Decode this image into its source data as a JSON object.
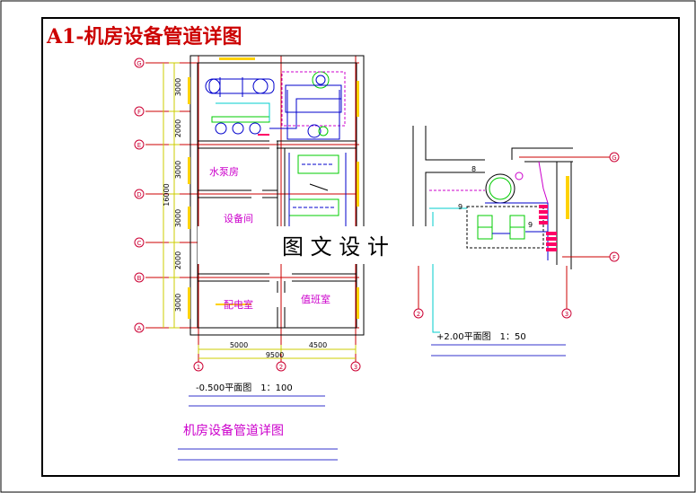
{
  "sheet": {
    "title": "A1-机房设备管道详图",
    "watermark": "图 文 设 计"
  },
  "plan_left": {
    "rooms": {
      "pump_room": "水泵房",
      "equipment_room": "设备间",
      "power_room": "配电室",
      "duty_room": "值班室"
    },
    "row_axes": [
      "G",
      "F",
      "E",
      "D",
      "C",
      "B",
      "A"
    ],
    "col_axes": [
      "1",
      "2",
      "3"
    ],
    "vertical_dims": [
      "3000",
      "2000",
      "3000",
      "3000",
      "2000",
      "3000"
    ],
    "total_dim": "16000",
    "bottom_dims": [
      "5000",
      "4500"
    ],
    "bottom_total": "9500",
    "caption": "-0.500平面图　1：100",
    "main_caption": "机房设备管道详图"
  },
  "plan_right": {
    "row_axes": [
      "G",
      "F"
    ],
    "col_axes": [
      "2",
      "3"
    ],
    "equipment_numbers": [
      "8",
      "9",
      "9"
    ],
    "caption": "+2.00平面图　1：50"
  },
  "colors": {
    "border": "#000000",
    "title": "#cc0000",
    "axis_line": "#cc0000",
    "axis_label": "#cc0033",
    "dimension": "#cccc00",
    "wall": "#000000",
    "room_text": "#cc00cc",
    "pipe_blue": "#0000cc",
    "pipe_cyan": "#00cccc",
    "equipment_green": "#00cc00",
    "pipe_magenta": "#cc00cc",
    "caption_line": "#3333cc",
    "valve_red": "#ff0066"
  }
}
